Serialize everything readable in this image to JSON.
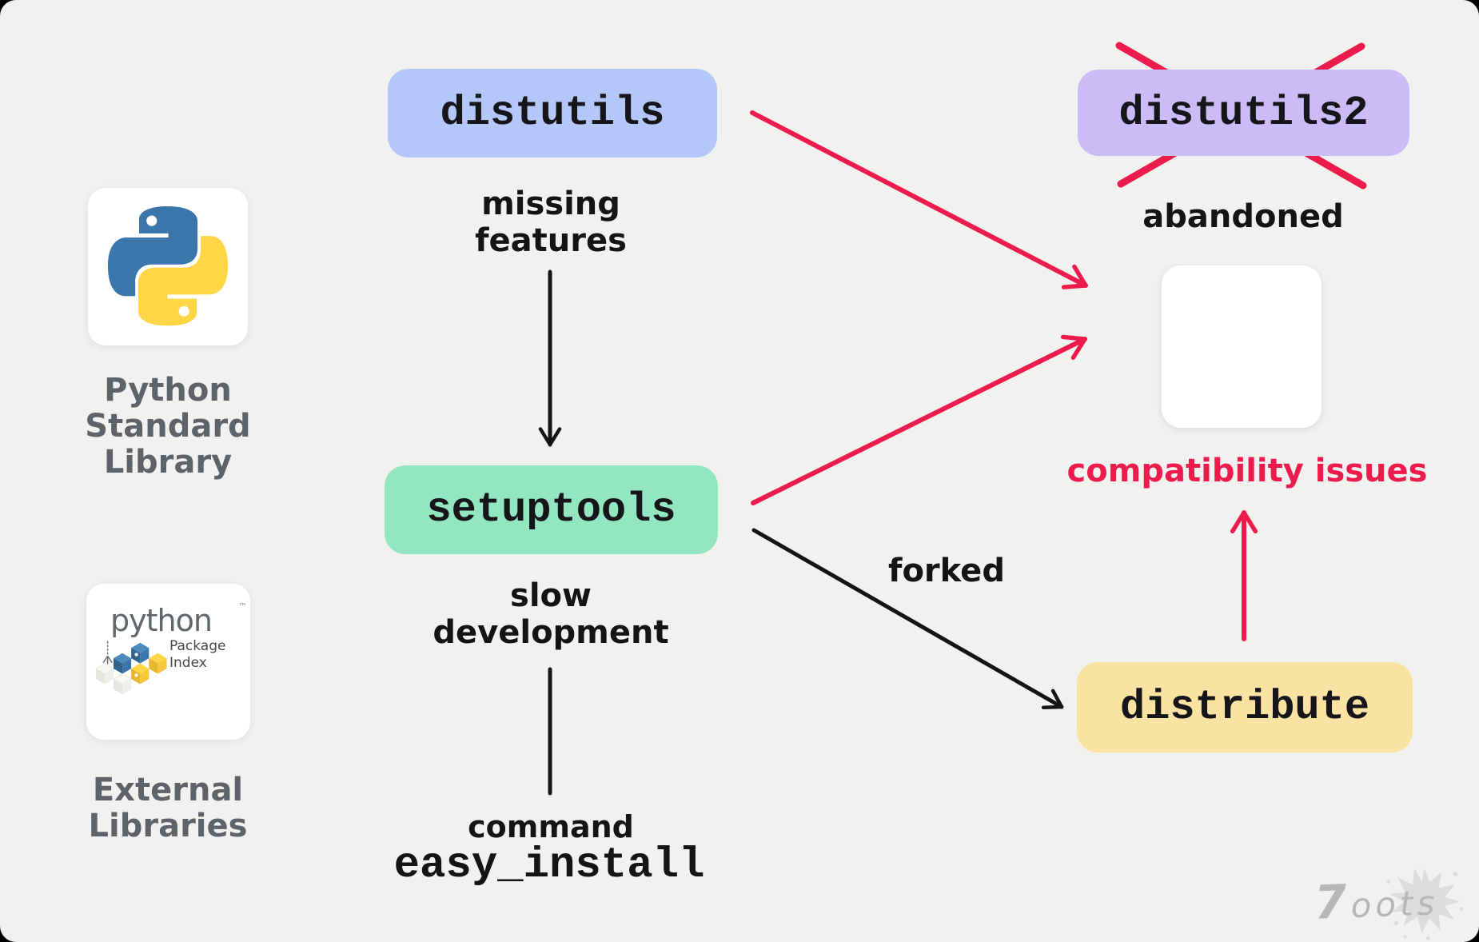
{
  "canvas": {
    "background": "#f1f1ef"
  },
  "nodes": {
    "distutils": {
      "label": "distutils"
    },
    "distutils2": {
      "label": "distutils2"
    },
    "setuptools": {
      "label": "setuptools"
    },
    "distribute": {
      "label": "distribute"
    }
  },
  "edges": {
    "missing_features": "missing\nfeatures",
    "slow_development": "slow\ndevelopment",
    "command": "command",
    "easy_install": "easy_install",
    "forked": "forked",
    "abandoned": "abandoned",
    "compatibility_issues": "compatibility issues"
  },
  "left_column": {
    "python_card_label": "Python Standard\nLibrary",
    "pypi_card_label": "External\nLibraries",
    "pypi_wordmark": "python",
    "pypi_trademark": "™",
    "pypi_subtitle": "Package\nIndex"
  },
  "watermark": {
    "text": "7oots"
  },
  "colors": {
    "canvas_bg": "#f1f1ef",
    "red": "#ed1b4b",
    "distutils_bg": "#b4c7f8",
    "distutils2_bg": "#cabdf7",
    "setuptools_bg": "#92e6c2",
    "distribute_bg": "#fae2a2",
    "text_black": "#141414",
    "text_gray": "#5f6368",
    "watermark_gray": "#b7b7b7",
    "python_logo_blue": "#3a76a9",
    "python_logo_yellow": "#ffd645"
  }
}
